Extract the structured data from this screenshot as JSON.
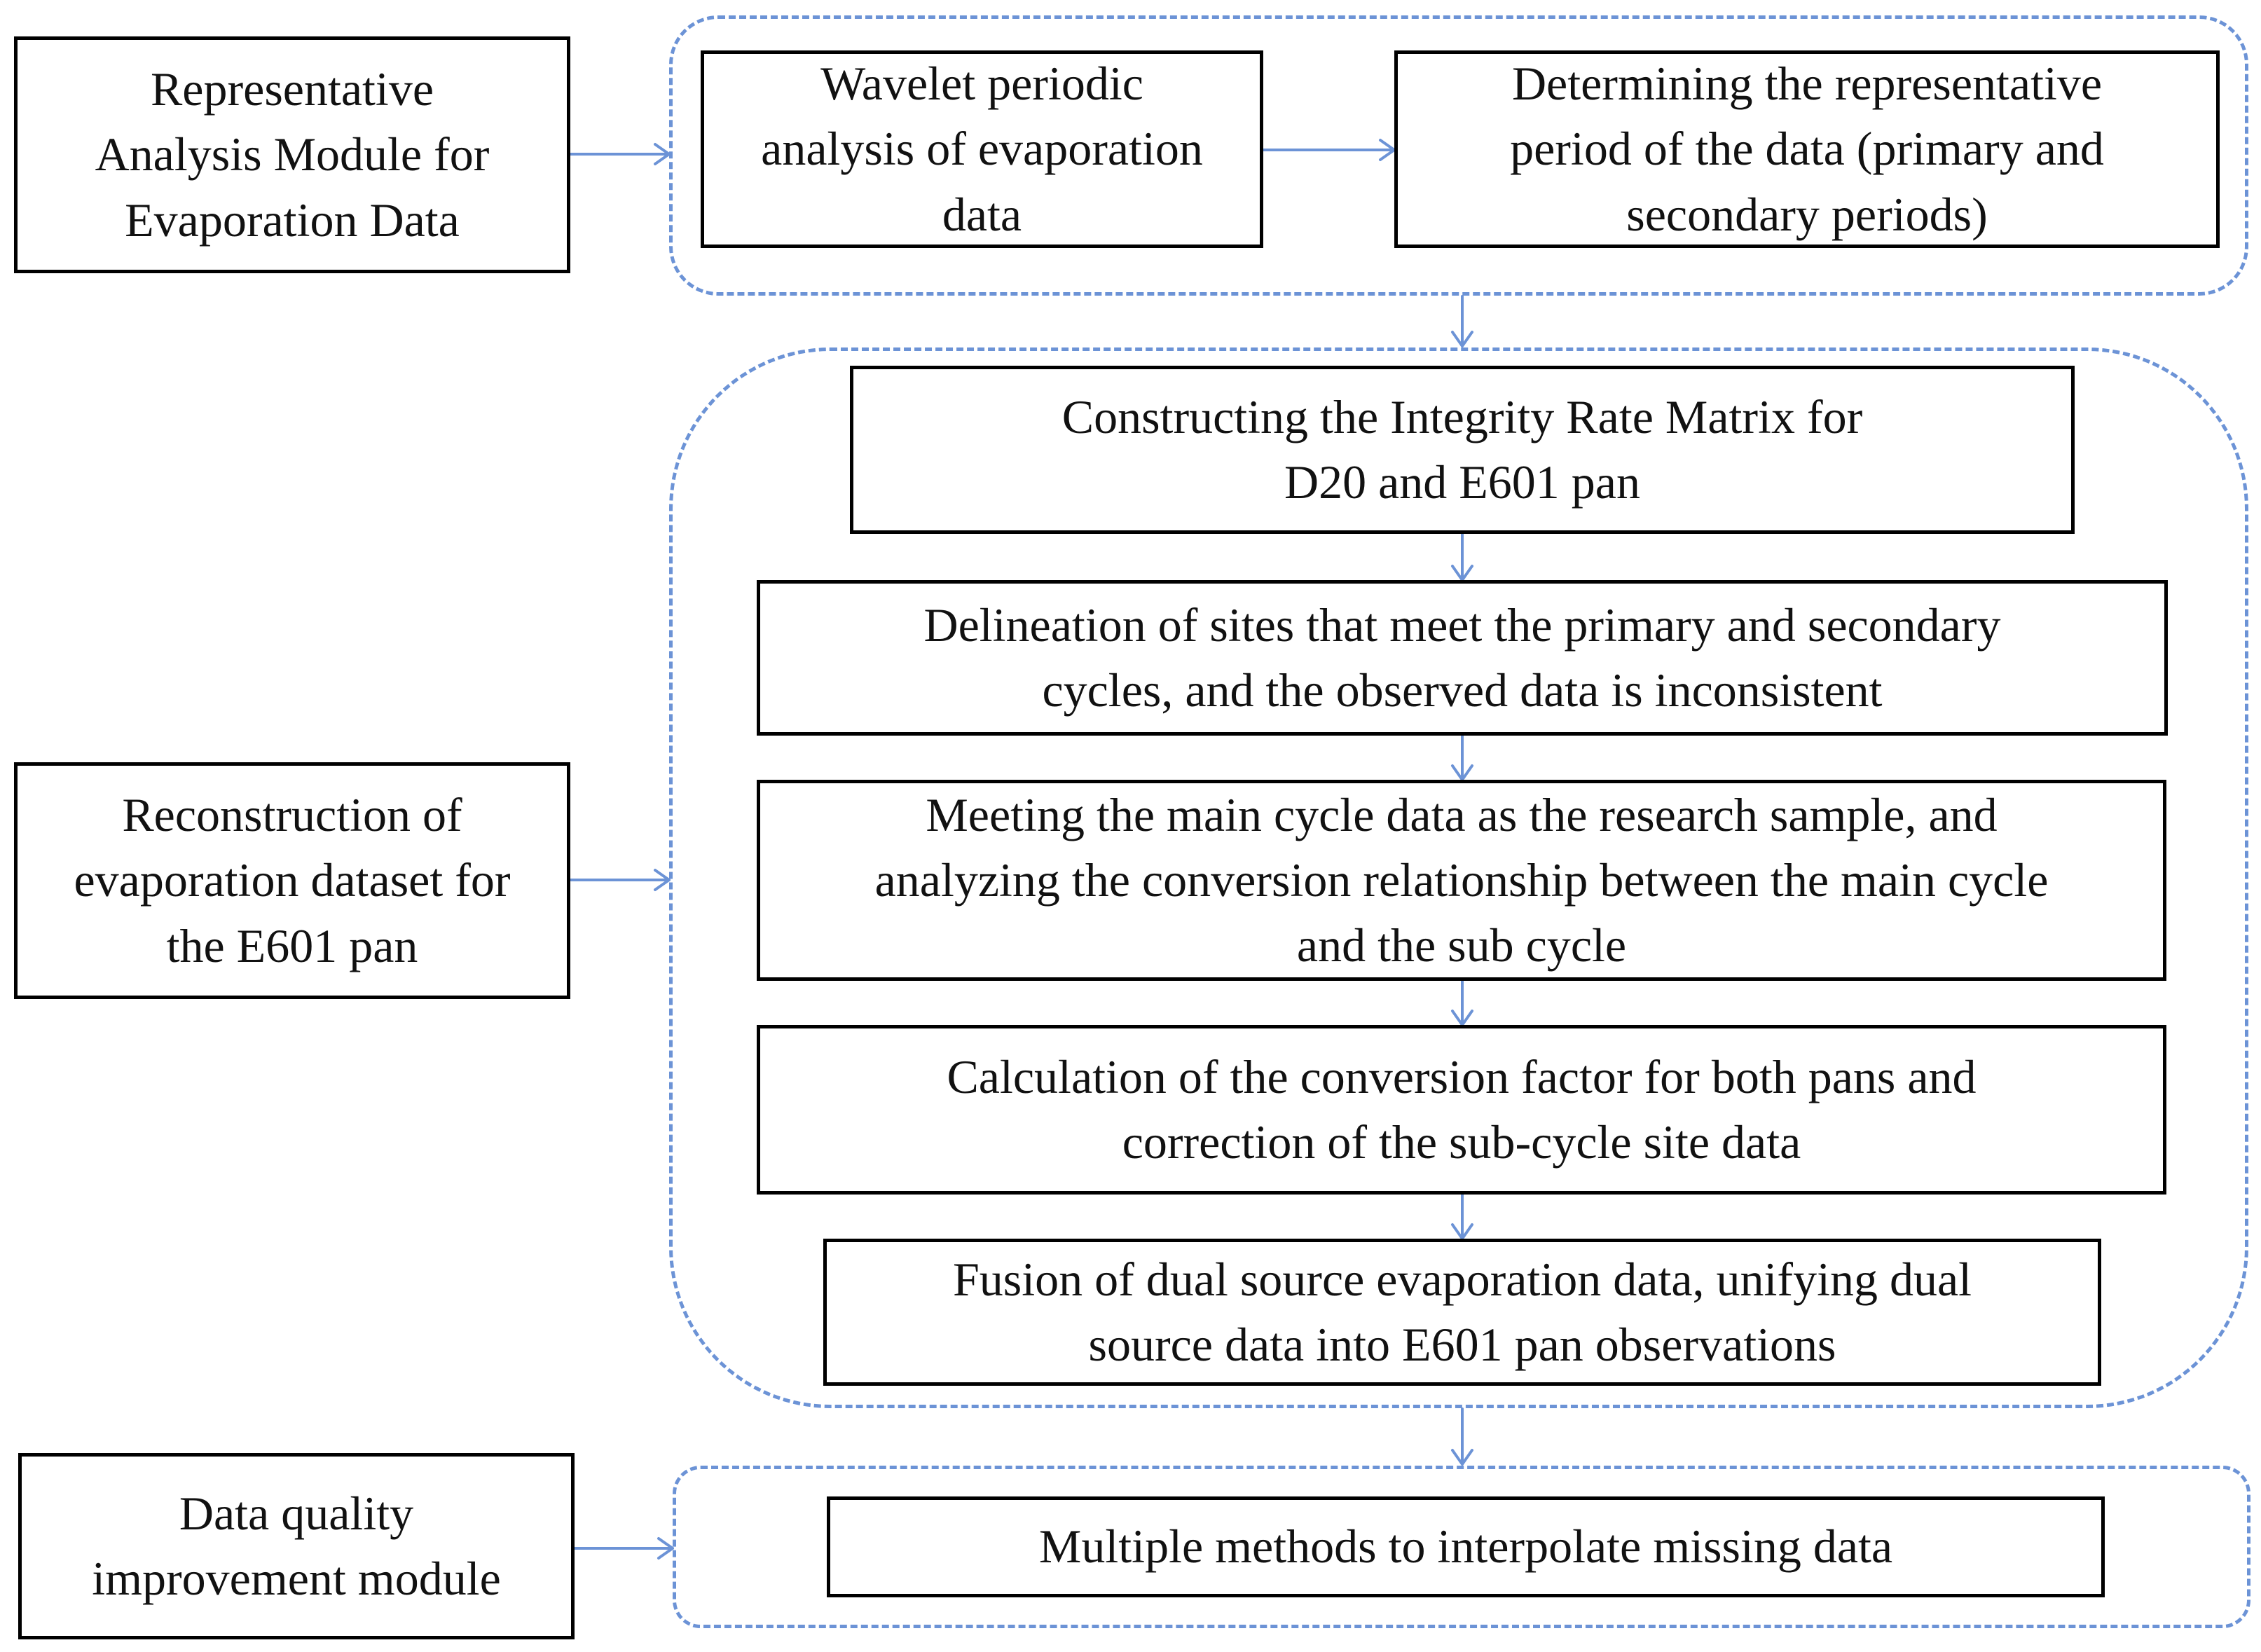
{
  "modules": {
    "representative": "Representative\nAnalysis Module for\nEvaporation Data",
    "reconstruction": "Reconstruction of\nevaporation dataset for\nthe E601 pan",
    "quality": "Data quality\nimprovement module"
  },
  "group1": {
    "wavelet": "Wavelet periodic\nanalysis of evaporation\ndata",
    "period": "Determining the representative\nperiod of the data (primary and\nsecondary periods)"
  },
  "group2": {
    "steps": [
      "Constructing the Integrity Rate Matrix for\nD20 and E601 pan",
      "Delineation of sites that meet the primary and secondary\ncycles, and the observed data is inconsistent",
      "Meeting the main cycle data as the research sample, and\nanalyzing the conversion relationship between the main cycle\nand the sub cycle",
      "Calculation of the conversion factor for both pans and\ncorrection of the sub-cycle site data",
      "Fusion of dual source evaporation data, unifying dual\nsource data into E601 pan observations"
    ]
  },
  "group3": {
    "interpolate": "Multiple methods to interpolate missing data"
  },
  "colors": {
    "arrow": "#6c93d6",
    "border": "#000000",
    "dashed": "#6c93d6"
  }
}
